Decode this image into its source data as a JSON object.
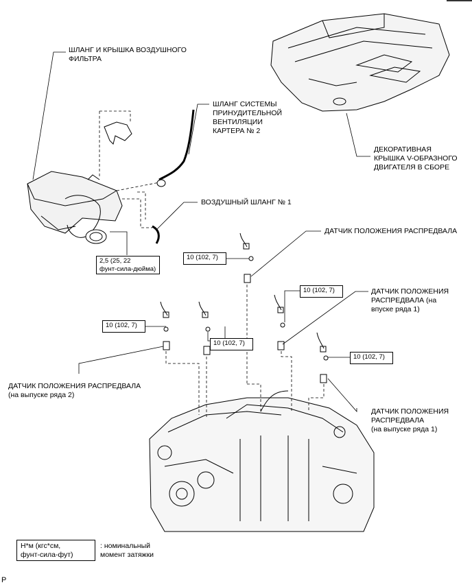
{
  "labels": {
    "air_filter_hose_cap": "ШЛАНГ И КРЫШКА ВОЗДУШНОГО\nФИЛЬТРА",
    "pcv_hose": "ШЛАНГ СИСТЕМЫ\nПРИНУДИТЕЛЬНОЙ\nВЕНТИЛЯЦИИ\nКАРТЕРА № 2",
    "engine_cover": "ДЕКОРАТИВНАЯ\nКРЫШКА V-ОБРАЗНОГО\nДВИГАТЕЛЯ В СБОРЕ",
    "air_hose": "ВОЗДУШНЫЙ ШЛАНГ № 1",
    "cam_sensor": "ДАТЧИК ПОЛОЖЕНИЯ РАСПРЕДВАЛА",
    "cam_sensor_intake_b1": "ДАТЧИК ПОЛОЖЕНИЯ\nРАСПРЕДВАЛА (на\nвпуске ряда 1)",
    "cam_sensor_exhaust_b2": "ДАТЧИК ПОЛОЖЕНИЯ РАСПРЕДВАЛА\n(на выпуске ряда 2)",
    "cam_sensor_exhaust_b1": "ДАТЧИК ПОЛОЖЕНИЯ\nРАСПРЕДВАЛА\n(на выпуске ряда 1)"
  },
  "torques": {
    "air_cleaner": "2,5 (25, 22\nфунт-сила-дюйма)",
    "t1": "10 (102, 7)",
    "t2": "10 (102, 7)",
    "t3": "10 (102, 7)",
    "t4": "10 (102, 7)",
    "t5": "10 (102, 7)"
  },
  "legend": {
    "unit_box": "Н*м (кгс*см,\nфунт-сила-фут)",
    "description": ": номинальный\nмомент затяжки"
  },
  "page_code": "P"
}
